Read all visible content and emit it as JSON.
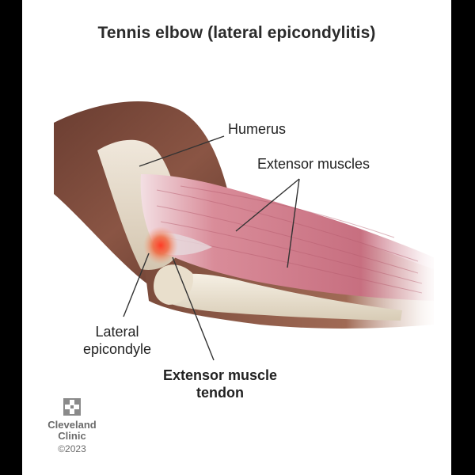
{
  "title": "Tennis elbow (lateral epicondylitis)",
  "labels": {
    "humerus": "Humerus",
    "extensor_muscles": "Extensor muscles",
    "lateral_epicondyle_line1": "Lateral",
    "lateral_epicondyle_line2": "epicondyle",
    "extensor_tendon_line1": "Extensor muscle",
    "extensor_tendon_line2": "tendon"
  },
  "logo": {
    "name_line1": "Cleveland",
    "name_line2": "Clinic",
    "copyright": "©2023",
    "icon": "cleveland-clinic-cross-logo"
  },
  "colors": {
    "skin": "#7a4a3a",
    "bone": "#efe7d7",
    "muscle": "#d98a97",
    "inflammation": "#e8402f"
  }
}
